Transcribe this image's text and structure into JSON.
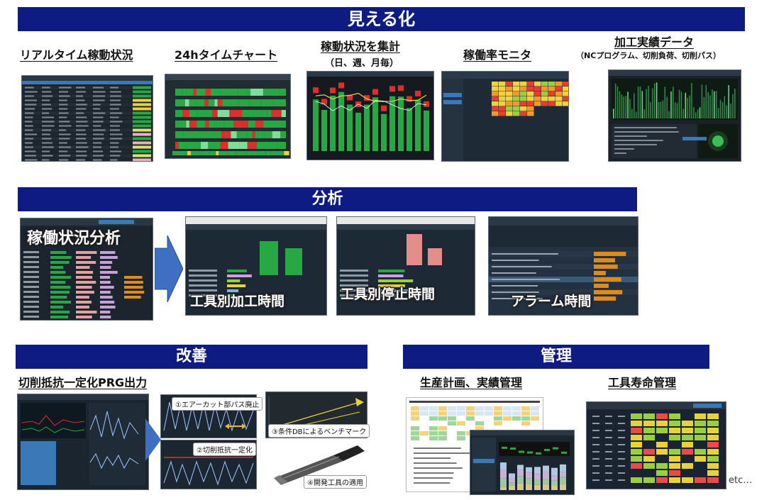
{
  "sections": {
    "visualization": {
      "title": "見える化",
      "items": [
        {
          "label": "リアルタイム稼動状況"
        },
        {
          "label": "24hタイムチャート"
        },
        {
          "label": "稼動状況を集計",
          "sub": "（日、週、月毎）"
        },
        {
          "label": "稼働率モニタ"
        },
        {
          "label": "加工実績データ",
          "sub": "（NCプログラム、切削負荷、切削パス）"
        }
      ]
    },
    "analysis": {
      "title": "分析",
      "items": [
        {
          "label": "稼働状況分析"
        },
        {
          "label": "工具別加工時間"
        },
        {
          "label": "工具別停止時間"
        },
        {
          "label": "アラーム時間"
        }
      ]
    },
    "improvement": {
      "title": "改善",
      "label": "切削抵抗一定化PRG出力",
      "callouts": [
        "①エアーカット部パス廃止",
        "②切削抵抗一定化",
        "③条件DBによるベンチマーク",
        "④開発工具の適用"
      ]
    },
    "management": {
      "title": "管理",
      "items": [
        {
          "label": "生産計画、実績管理"
        },
        {
          "label": "工具寿命管理"
        }
      ],
      "etc": "etc…"
    }
  },
  "colors": {
    "banner": "#0d1b82",
    "ok_green": "#27a844",
    "stop_red": "#d9302c",
    "warn_yellow": "#e8d23a",
    "orange": "#e08a1c",
    "arrow_blue": "#3f6fc2"
  }
}
